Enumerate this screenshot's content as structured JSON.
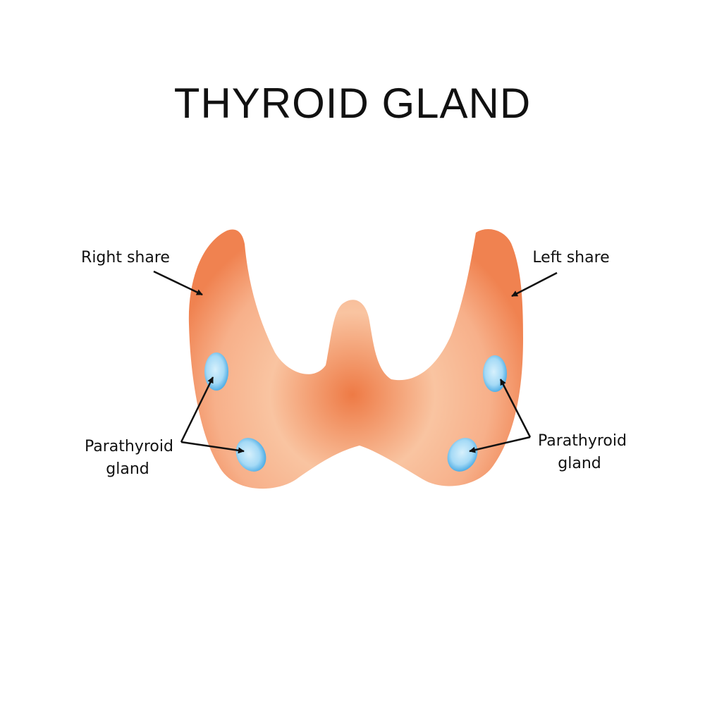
{
  "title": "THYROID GLAND",
  "labels": {
    "right_share": "Right share",
    "left_share": "Left share",
    "parathyroid_left_line1": "Parathyroid",
    "parathyroid_left_line2": "gland",
    "parathyroid_right_line1": "Parathyroid",
    "parathyroid_right_line2": "gland"
  },
  "colors": {
    "gland_edge": "#f08250",
    "gland_light": "#f9c8a6",
    "gland_center": "#ee7d48",
    "parathyroid_fill": "#a9dcf7",
    "parathyroid_edge": "#3aa6e3",
    "text": "#111111"
  }
}
